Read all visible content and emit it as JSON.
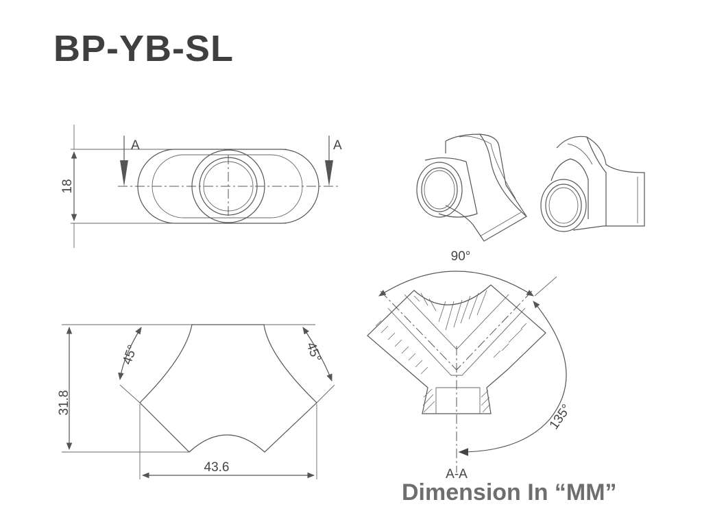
{
  "title": "BP-YB-SL",
  "footer": "Dimension In “MM”",
  "top_view": {
    "height_label": "18",
    "section_left": "A",
    "section_right": "A"
  },
  "front_view": {
    "height_label": "31.8",
    "width_label": "43.6",
    "angle_left": "45°",
    "angle_right": "45°"
  },
  "section_view": {
    "angle_top": "90°",
    "angle_right": "135°",
    "label": "A-A"
  }
}
